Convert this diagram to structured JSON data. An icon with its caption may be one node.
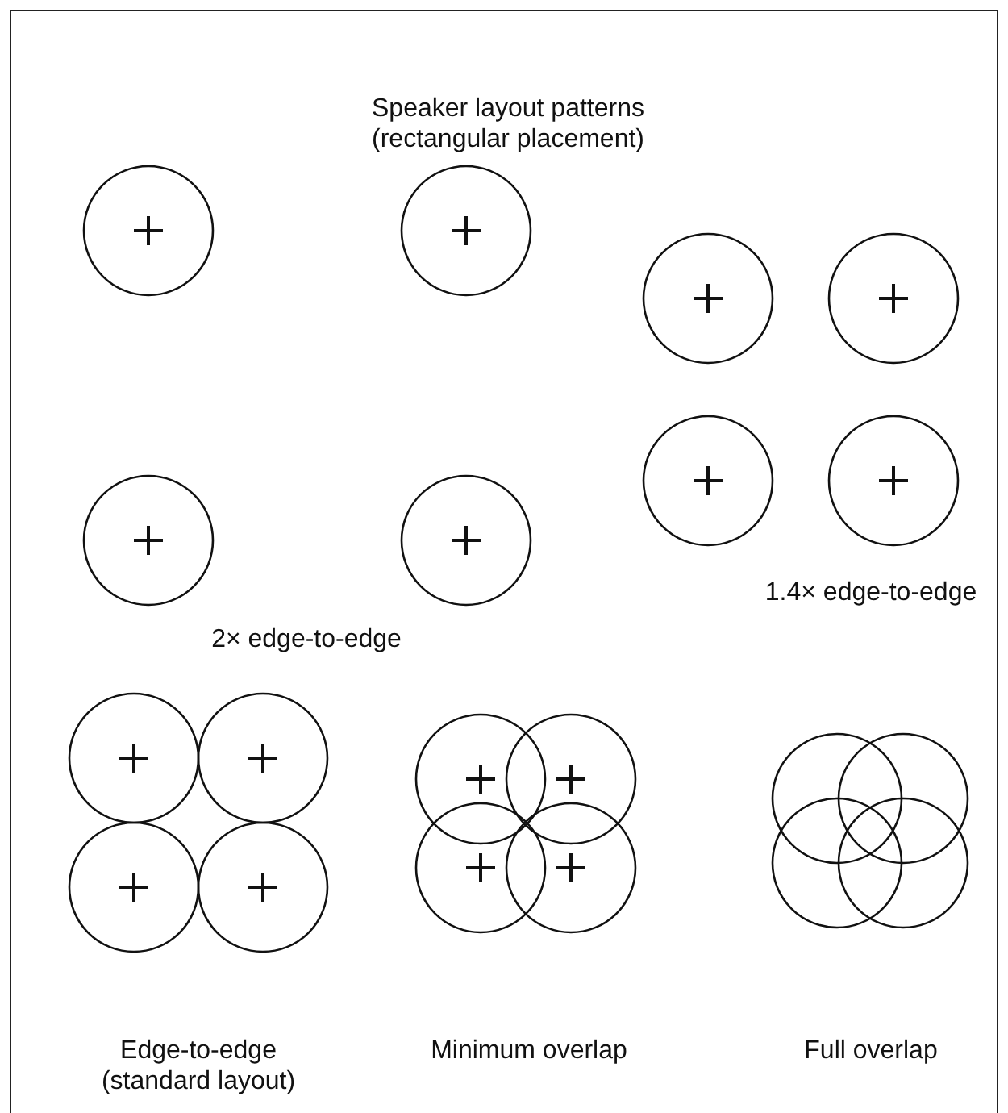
{
  "diagram": {
    "title": "Speaker layout patterns (rectangular placement)",
    "labels": [
      "1.4× edge-to-edge",
      "2× edge-to-edge",
      "Edge-to-edge (standard layout)",
      "Minimum overlap",
      "Full overlap"
    ]
  }
}
